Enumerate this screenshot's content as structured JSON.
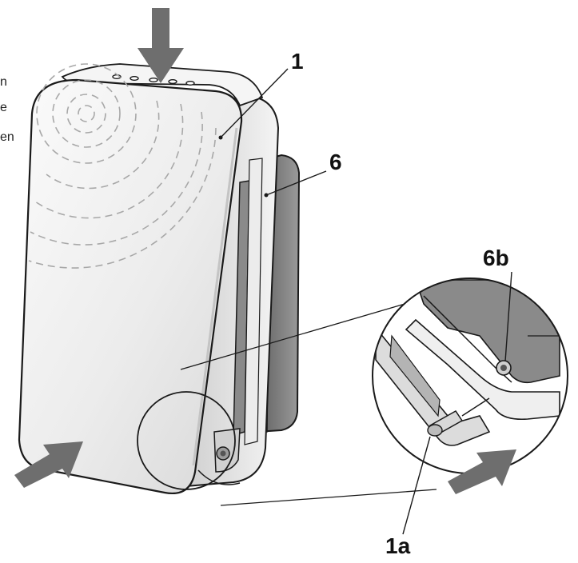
{
  "labels": {
    "part_1": "1",
    "part_6": "6",
    "part_6b": "6b",
    "part_1a": "1a"
  },
  "edge_text": [
    "n",
    "e",
    "en"
  ],
  "colors": {
    "arrow": "#6e6e6e",
    "outline": "#1a1a1a",
    "panel_dark": "#7d7d7d",
    "panel_light": "#f2f2f2"
  }
}
